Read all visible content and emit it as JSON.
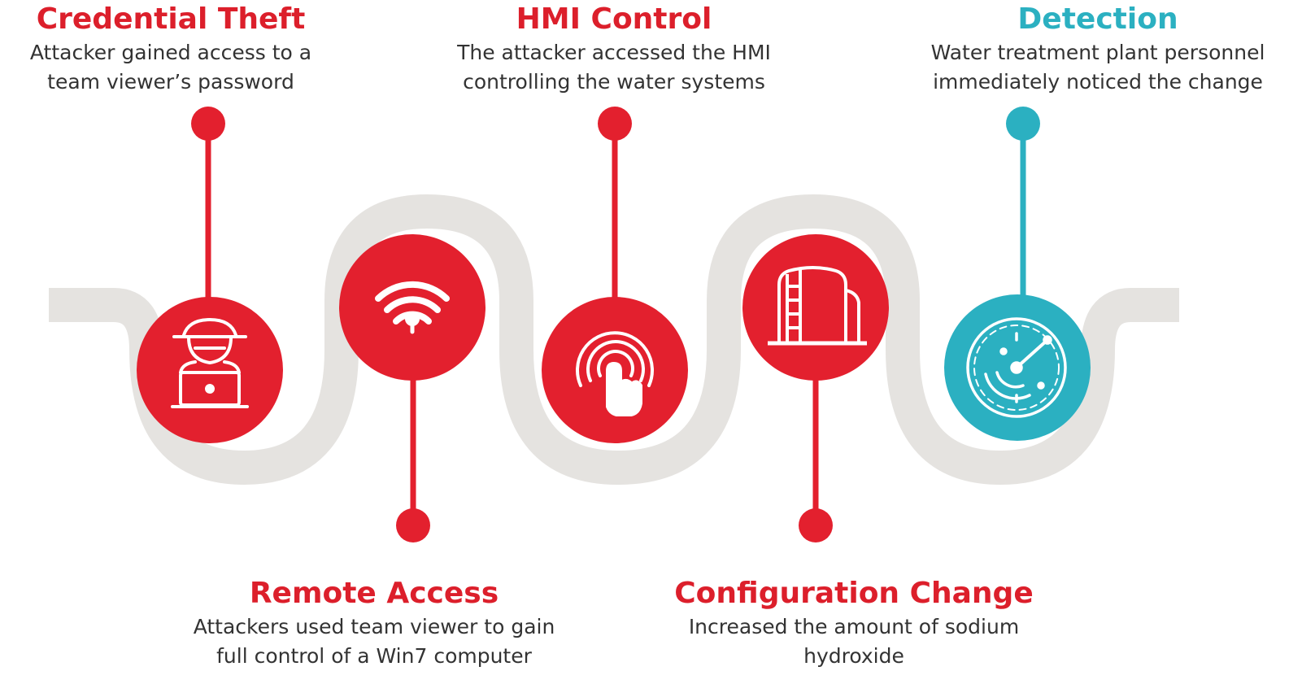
{
  "colors": {
    "red": "#e3202e",
    "teal": "#2bb0c1",
    "path_gray": "#e5e3e0",
    "white": "#ffffff"
  },
  "steps": [
    {
      "title": "Credential Theft",
      "description_lines": [
        "Attacker gained access to a",
        "team viewer’s password"
      ],
      "icon": "hacker-laptop-icon",
      "color": "red"
    },
    {
      "title": "Remote Access",
      "description_lines": [
        "Attackers used team viewer to gain",
        "full control of a Win7 computer"
      ],
      "icon": "wifi-icon",
      "color": "red"
    },
    {
      "title": "HMI Control",
      "description_lines": [
        "The attacker accessed the HMI",
        "controlling the water systems"
      ],
      "icon": "touch-tap-icon",
      "color": "red"
    },
    {
      "title": "Configuration Change",
      "description_lines": [
        "Increased the amount of sodium",
        "hydroxide"
      ],
      "icon": "storage-tank-icon",
      "color": "red"
    },
    {
      "title": "Detection",
      "description_lines": [
        "Water treatment plant personnel",
        "immediately noticed the change"
      ],
      "icon": "radar-icon",
      "color": "teal"
    }
  ]
}
